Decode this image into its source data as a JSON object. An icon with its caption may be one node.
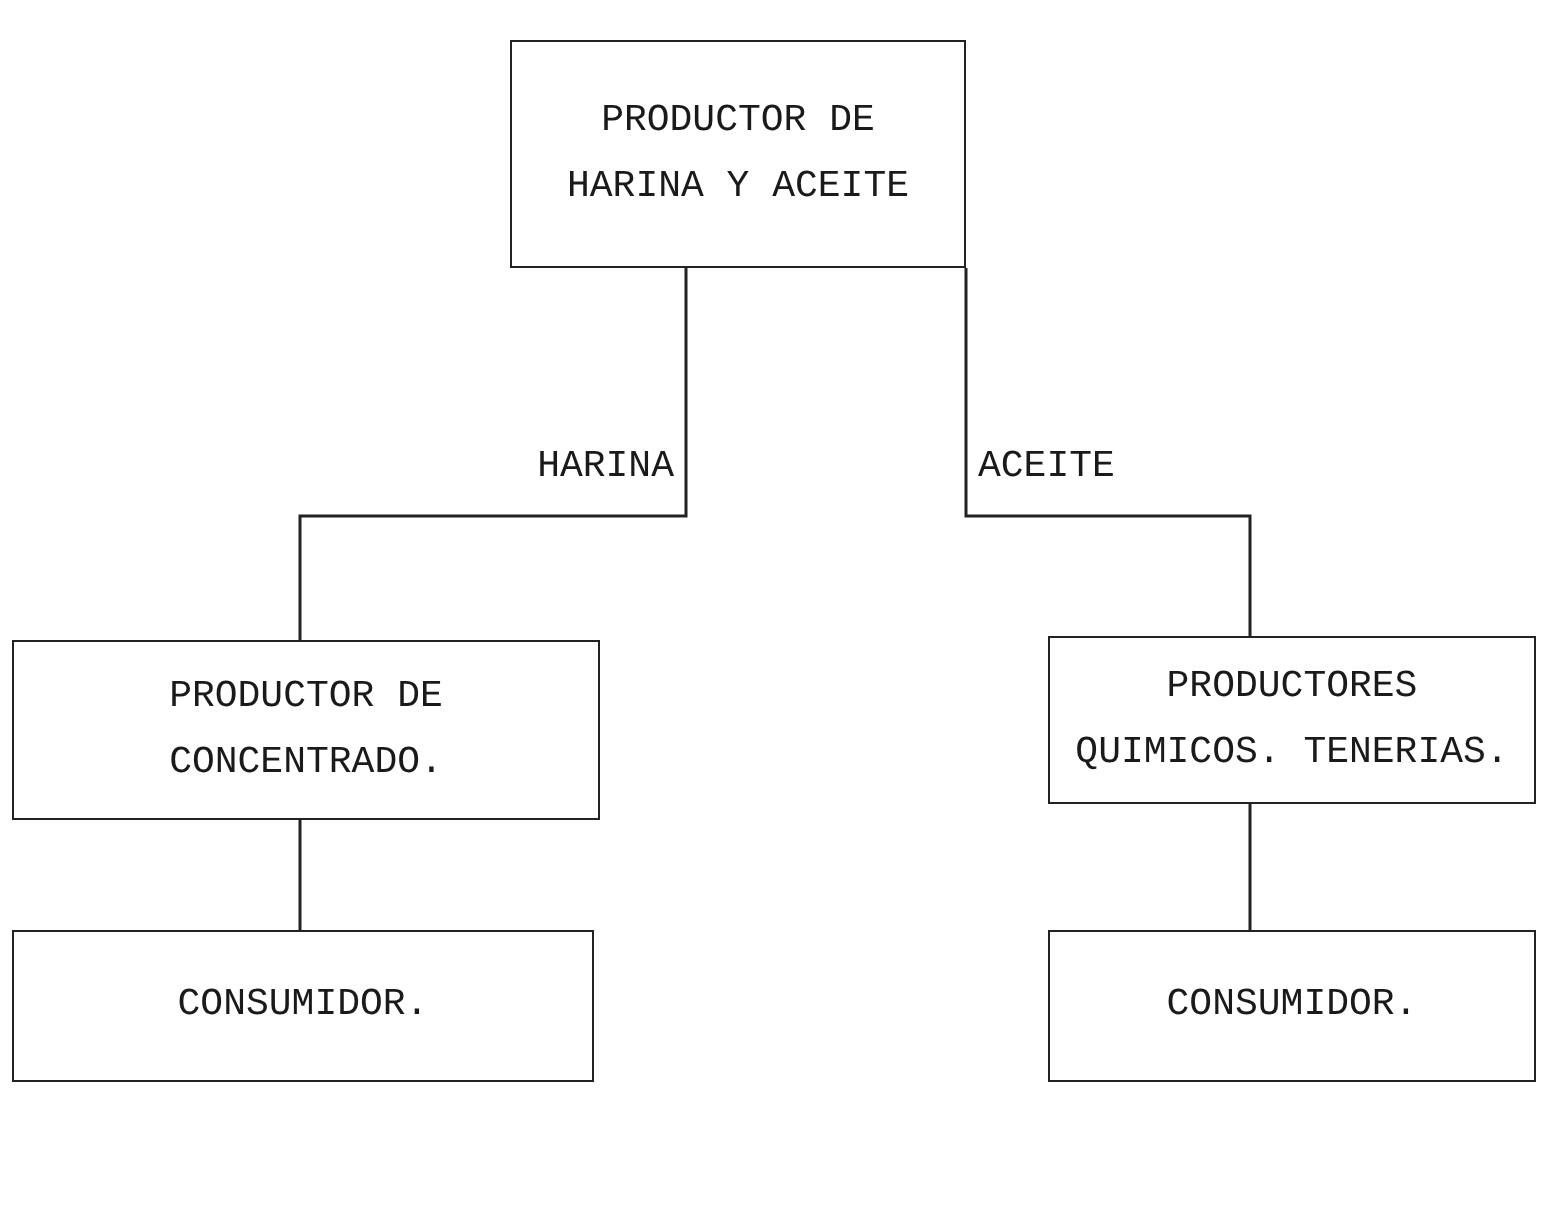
{
  "diagram": {
    "nodes": [
      {
        "text": [
          "PRODUCTOR DE HARINA Y ACEITE"
        ]
      },
      {
        "text": [
          "PRODUCTOR DE CONCENTRADO."
        ]
      },
      {
        "text": [
          "PRODUCTORES QUIMICOS. TENERIAS."
        ]
      },
      {
        "text": [
          "CONSUMIDOR."
        ]
      },
      {
        "text": [
          "CONSUMIDOR."
        ]
      }
    ],
    "edges": [
      {
        "from": 0,
        "to": 1,
        "arrow": "none",
        "label": "HARINA"
      },
      {
        "from": 0,
        "to": 2,
        "arrow": "none",
        "label": "ACEITE"
      },
      {
        "from": 1,
        "to": 3,
        "arrow": "none"
      },
      {
        "from": 2,
        "to": 4,
        "arrow": "none"
      }
    ]
  }
}
